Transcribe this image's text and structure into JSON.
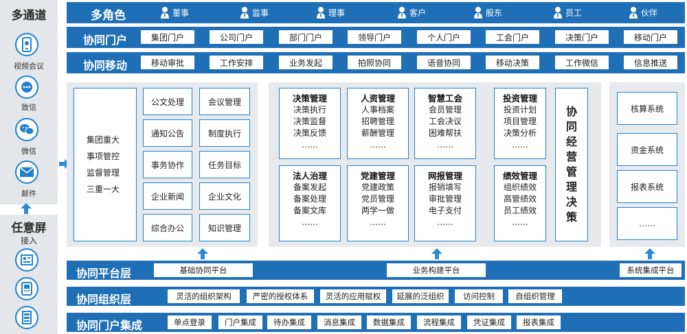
{
  "left": {
    "multichannel_title": "多通道",
    "channels": [
      {
        "label": "视频会议",
        "icon": "phone-video-icon"
      },
      {
        "label": "致信",
        "icon": "chat-bubble-icon"
      },
      {
        "label": "微信",
        "icon": "wechat-icon"
      },
      {
        "label": "邮件",
        "icon": "mail-icon"
      }
    ],
    "screen_title": "任意屏",
    "screen_sub": "接入",
    "screens": [
      {
        "icon": "desktop-screen-icon"
      },
      {
        "icon": "tablet-screen-icon"
      },
      {
        "icon": "mobile-screen-icon"
      }
    ]
  },
  "roles": {
    "title": "多角色",
    "items": [
      "董事",
      "监事",
      "理事",
      "客户",
      "股东",
      "员工",
      "伙伴"
    ]
  },
  "portal": {
    "title": "协同门户",
    "items": [
      "集团门户",
      "公司门户",
      "部门门户",
      "领导门户",
      "个人门户",
      "工会门户",
      "决策门户",
      "移动门户"
    ]
  },
  "mobile": {
    "title": "协同移动",
    "items": [
      "移动审批",
      "工作安排",
      "业务发起",
      "拍照协同",
      "语音协同",
      "移动决策",
      "工作微信",
      "信息推送"
    ]
  },
  "group": {
    "main_lines": [
      "集团重大",
      "事项管控",
      "监督管理",
      "三重一大"
    ],
    "col1": [
      "公文处理",
      "通知公告",
      "事务协作",
      "企业新闻",
      "综合办公"
    ],
    "col2": [
      "会议管理",
      "制度执行",
      "任务目标",
      "企业文化",
      "知识管理"
    ]
  },
  "modules": [
    {
      "title": "决策管理",
      "lines": [
        "决策执行",
        "决策监督",
        "决策反馈",
        "……"
      ]
    },
    {
      "title": "人资管理",
      "lines": [
        "人事档案",
        "招聘管理",
        "薪酬管理",
        "……"
      ]
    },
    {
      "title": "智慧工会",
      "lines": [
        "会员管理",
        "工会决议",
        "困难帮扶",
        "……"
      ]
    },
    {
      "title": "投资管理",
      "lines": [
        "投资计划",
        "项目管理",
        "决策分析",
        "……"
      ]
    },
    {
      "title": "法人治理",
      "lines": [
        "备案发起",
        "备案处理",
        "备案文库",
        "……"
      ]
    },
    {
      "title": "党建管理",
      "lines": [
        "党建政策",
        "党员管理",
        "两学一做",
        "……"
      ]
    },
    {
      "title": "网报管理",
      "lines": [
        "报销填写",
        "审批管理",
        "电子支付",
        "……"
      ]
    },
    {
      "title": "绩效管理",
      "lines": [
        "组织绩效",
        "高管绩效",
        "员工绩效",
        "……"
      ]
    }
  ],
  "decision_vertical": "协同经营管理决策",
  "systems": [
    "核算系统",
    "资金系统",
    "报表系统",
    "……"
  ],
  "platform": {
    "title": "协同平台层",
    "items": [
      "基础协同平台",
      "业务构建平台",
      "系统集成平台"
    ]
  },
  "org": {
    "title": "协同组织层",
    "items": [
      "灵活的组织架构",
      "严密的授权体系",
      "灵活的应用赋权",
      "延展的泛组织",
      "访问控制",
      "自组织管理"
    ]
  },
  "integration": {
    "title": "协同门户集成",
    "items": [
      "单点登录",
      "门户集成",
      "待办集成",
      "消息集成",
      "数据集成",
      "流程集成",
      "凭证集成",
      "报表集成"
    ]
  }
}
